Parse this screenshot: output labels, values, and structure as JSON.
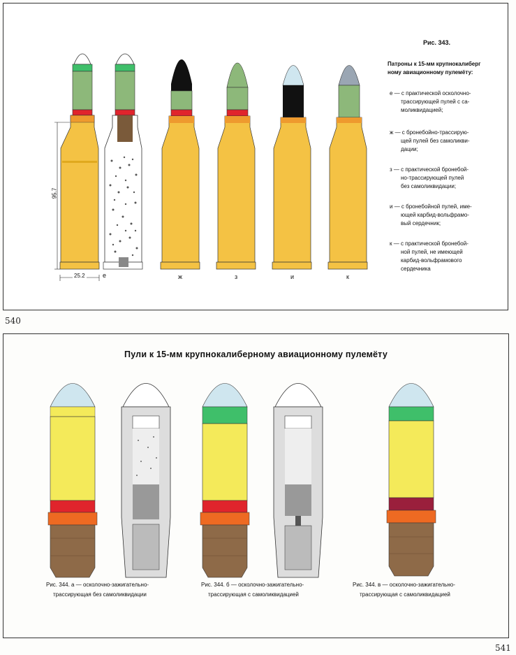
{
  "page_left": {
    "number": "540",
    "figure_title": "Рис. 343.",
    "caption_heading": [
      "Патроны к 15-мм крупнокалиберг",
      "ному авиационному пулемёту:"
    ],
    "caption_items": [
      [
        "е — с практической осколочно-",
        "трассирующей пулей с са-",
        "моликвидацией;"
      ],
      [
        "ж — с бронебойно-трассирую-",
        "щей пулей без самоликви-",
        "дации;"
      ],
      [
        "з — с практической бронебой-",
        "но-трассирующей пулей",
        "без самоликвидации;"
      ],
      [
        "и — с бронебойной пулей, име-",
        "ющей карбид-вольфрамо-",
        "вый сердечник;"
      ],
      [
        "к — с практической бронебой-",
        "ной пулей, не имеющей",
        "карбид-вольфрамового",
        "сердечника"
      ]
    ],
    "cartridge_labels": [
      "е",
      "ж",
      "з",
      "и",
      "к"
    ],
    "dimension_length": "95.7",
    "dimension_width": "25.2"
  },
  "page_right": {
    "number": "541",
    "title": "Пули к 15-мм крупнокалиберному авиационному пулемёту",
    "captions": [
      [
        "Рис. 344. а — осколочно-зажигательно-",
        "трассирующая без самоликвидации"
      ],
      [
        "Рис. 344. б — осколочно-зажигательно-",
        "трассирующая с самоликвидацией"
      ],
      [
        "Рис. 344. в — осколочно-зажигательно-",
        "трассирующая с самоликвидацией"
      ]
    ]
  },
  "colors": {
    "brass": "#f4c244",
    "brass_shade": "#e0a91e",
    "olive": "#8db87a",
    "green_band": "#3fbf6a",
    "red_band": "#e0242c",
    "orange_band": "#ee6a22",
    "light_blue": "#cfe6ef",
    "yellow": "#f4ea5a",
    "brown": "#8e6a48",
    "maroon": "#9a1f3c",
    "black_tip": "#111111",
    "grey_tip": "#9aa6b3"
  }
}
